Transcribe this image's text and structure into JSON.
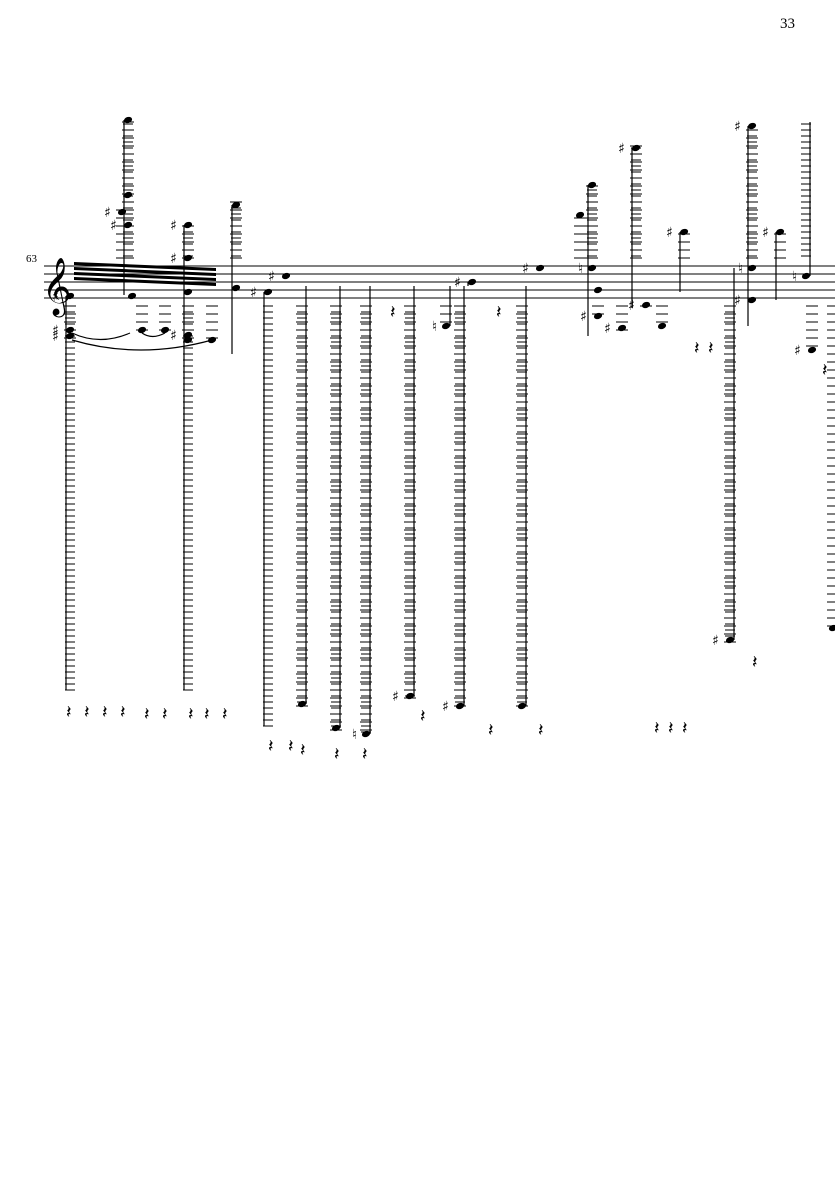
{
  "page": {
    "page_number": "33",
    "measure_number": "63"
  },
  "score": {
    "clef": "treble",
    "ink_color": "#000000"
  },
  "icons": {
    "clef": "treble-clef-icon",
    "note": "notehead-icon",
    "rest": "quarter-rest-icon",
    "sharp": "sharp-icon",
    "natural": "natural-icon"
  }
}
